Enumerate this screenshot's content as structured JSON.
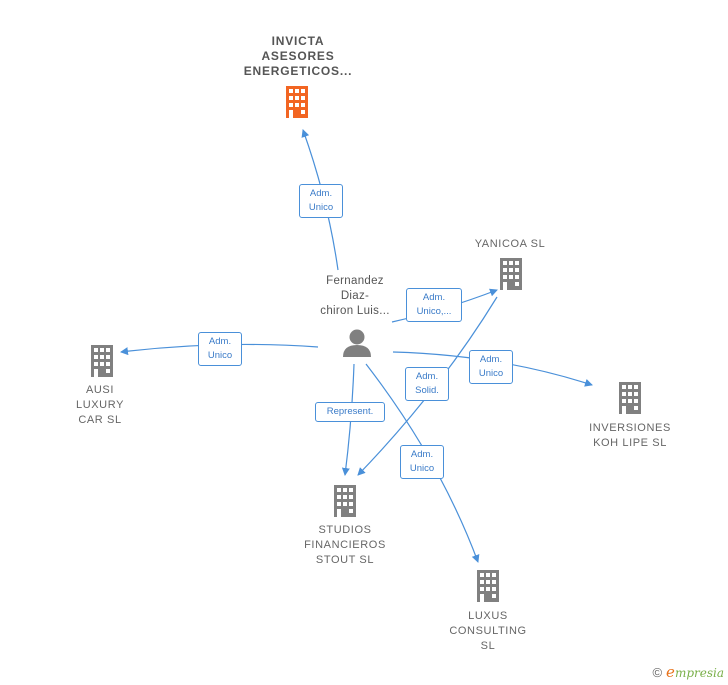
{
  "colors": {
    "edge": "#4a90d9",
    "building": "#808080",
    "building_main": "#f26522",
    "person": "#808080"
  },
  "person": {
    "lines": [
      "Fernandez",
      "Diaz-",
      "chiron Luis..."
    ]
  },
  "companies": {
    "invicta": {
      "lines": [
        "INVICTA",
        "ASESORES",
        "ENERGETICOS..."
      ]
    },
    "yanicoa": {
      "lines": [
        "YANICOA SL"
      ]
    },
    "ausi": {
      "lines": [
        "AUSI",
        "LUXURY",
        "CAR  SL"
      ]
    },
    "inversiones": {
      "lines": [
        "INVERSIONES",
        "KOH LIPE  SL"
      ]
    },
    "studios": {
      "lines": [
        "STUDIOS",
        "FINANCIEROS",
        "STOUT  SL"
      ]
    },
    "luxus": {
      "lines": [
        "LUXUS",
        "CONSULTING",
        "SL"
      ]
    }
  },
  "edges": {
    "invicta": {
      "lines": [
        "Adm.",
        "Unico"
      ]
    },
    "yanicoa": {
      "lines": [
        "Adm.",
        "Unico,..."
      ]
    },
    "ausi": {
      "lines": [
        "Adm.",
        "Unico"
      ]
    },
    "inversiones": {
      "lines": [
        "Adm.",
        "Unico"
      ]
    },
    "studios_rep": {
      "lines": [
        "Represent."
      ]
    },
    "yanicoa_studios": {
      "lines": [
        "Adm.",
        "Solid."
      ]
    },
    "luxus": {
      "lines": [
        "Adm.",
        "Unico"
      ]
    }
  },
  "brand": {
    "copyright": "©",
    "first_letter": "e",
    "rest": "mpresia"
  }
}
